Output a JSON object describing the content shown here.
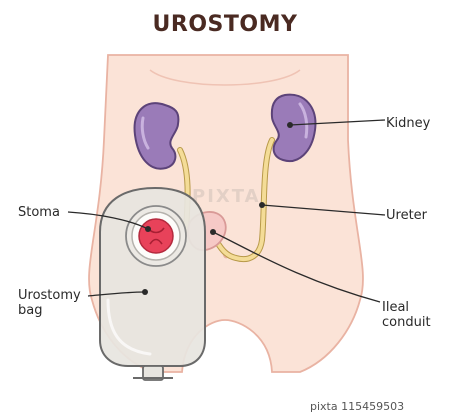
{
  "title": "UROSTOMY",
  "labels": {
    "kidney": "Kidney",
    "ureter": "Ureter",
    "stoma": "Stoma",
    "urostomy_bag_line1": "Urostomy",
    "urostomy_bag_line2": "bag",
    "ileal_conduit_line1": "Ileal",
    "ileal_conduit_line2": "conduit"
  },
  "watermark": {
    "text": "PIXTA",
    "id": "pixta  115459503"
  },
  "colors": {
    "skin": "#fbe3d7",
    "skin_outline": "#e9b3a3",
    "kidney": "#9a7bb8",
    "kidney_outline": "#5c4379",
    "ureter": "#f4dc97",
    "stoma": "#e8425a",
    "bag": "#e7e5e0",
    "title": "#4a2a22"
  }
}
